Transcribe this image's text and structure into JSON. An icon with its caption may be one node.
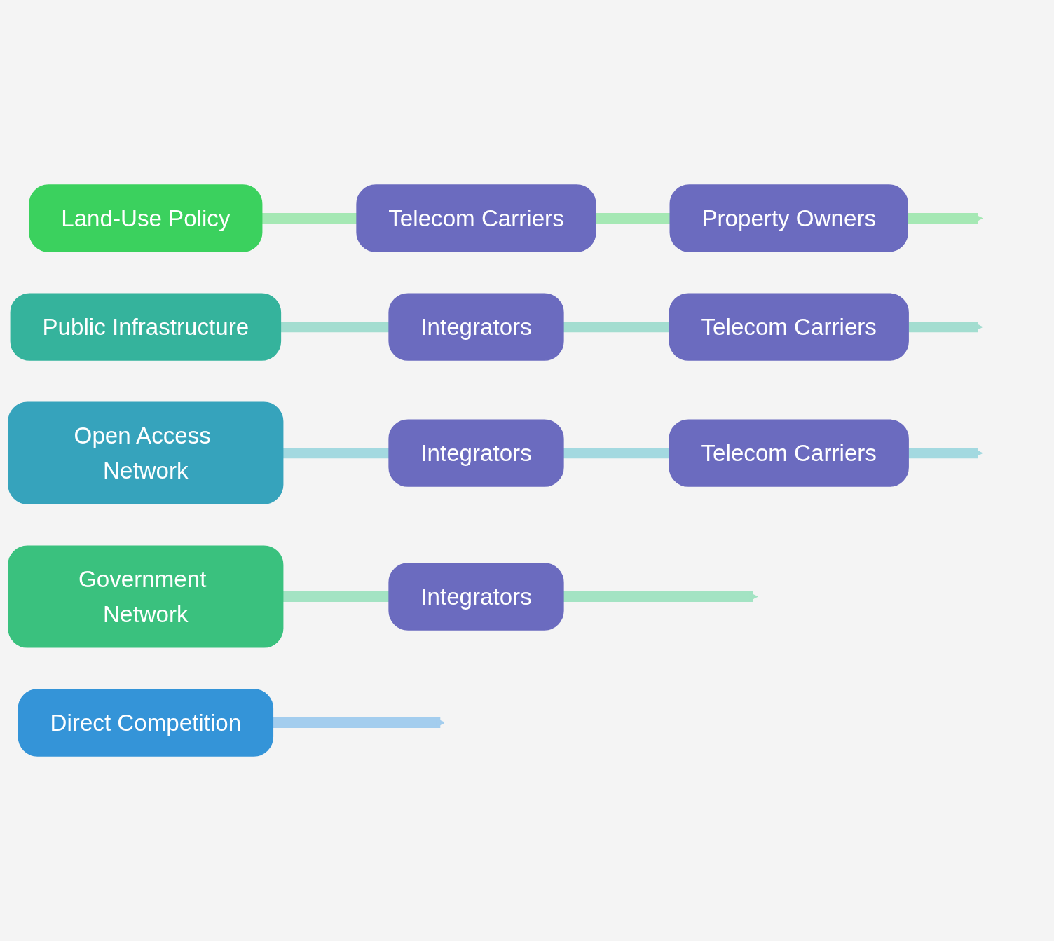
{
  "diagram": {
    "nodes": [
      {
        "text": [
          "Land-Use Policy"
        ]
      },
      {
        "text": [
          "Telecom Carriers"
        ]
      },
      {
        "text": [
          "Property Owners"
        ]
      },
      {
        "text": [
          "Government Network"
        ]
      },
      {
        "text": [
          "Integrators"
        ]
      },
      {
        "text": [
          "Public Infrastructure"
        ]
      },
      {
        "text": [
          "Integrators"
        ]
      },
      {
        "text": [
          "Telecom Carriers"
        ]
      },
      {
        "text": [
          "Open Access Network"
        ]
      },
      {
        "text": [
          "Integrators"
        ]
      },
      {
        "text": [
          "Telecom Carriers"
        ]
      },
      {
        "text": [
          "Direct Competition"
        ]
      }
    ],
    "edges": [
      {
        "from": 0,
        "to": 1,
        "arrow": "none",
        "color": "#a5e8b4"
      },
      {
        "from": 1,
        "to": 2,
        "arrow": "none",
        "color": "#a5e8b4"
      },
      {
        "from": 2,
        "to": null,
        "arrow": "to",
        "color": "#a5e8b4"
      },
      {
        "from": 3,
        "to": 4,
        "arrow": "none",
        "color": "#a3e3c3"
      },
      {
        "from": 4,
        "to": null,
        "arrow": "to",
        "color": "#a3e3c3"
      },
      {
        "from": 5,
        "to": 6,
        "arrow": "none",
        "color": "#a3ddd0"
      },
      {
        "from": 6,
        "to": 7,
        "arrow": "none",
        "color": "#a3ddd0"
      },
      {
        "from": 7,
        "to": null,
        "arrow": "to",
        "color": "#a3ddd0"
      },
      {
        "from": 8,
        "to": 9,
        "arrow": "none",
        "color": "#a3d9e0"
      },
      {
        "from": 9,
        "to": 10,
        "arrow": "none",
        "color": "#a3d9e0"
      },
      {
        "from": 10,
        "to": null,
        "arrow": "to",
        "color": "#a3d9e0"
      },
      {
        "from": 11,
        "to": null,
        "arrow": "to",
        "color": "#a3cdee"
      }
    ]
  }
}
